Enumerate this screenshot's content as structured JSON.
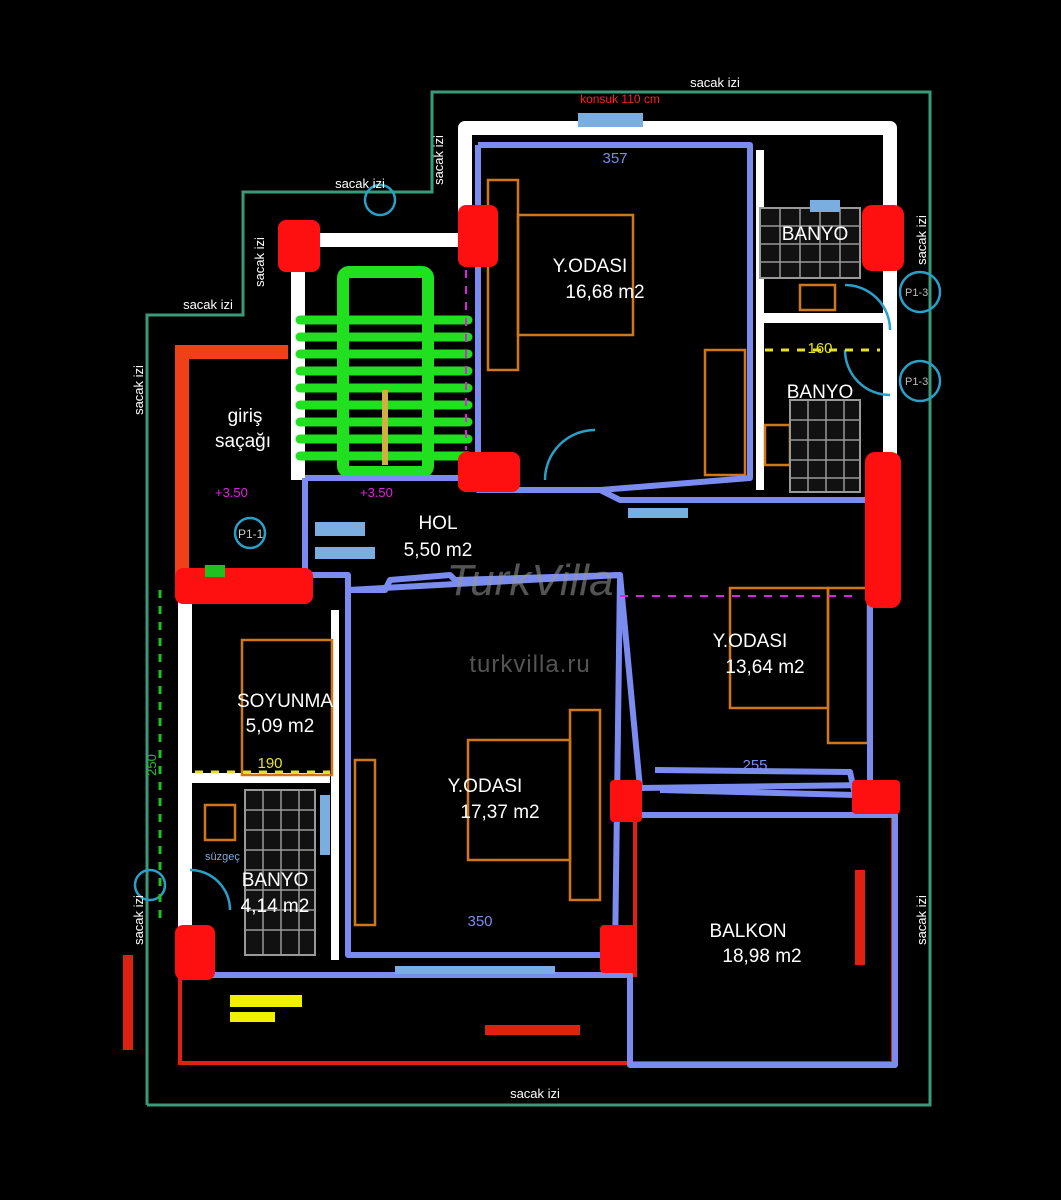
{
  "plan": {
    "eave_label": "sacak izi",
    "top_note": "konsuk 110 cm",
    "entrance_canopy": [
      "giriş",
      "saçağı"
    ],
    "levels": [
      "+3.50",
      "+3.50"
    ],
    "columns": [
      "P1-1",
      "P1-3",
      "P1-3"
    ],
    "drain": "süzgeç",
    "rooms": [
      {
        "name": "Y.ODASI",
        "area": "16,68 m2",
        "dim": "357"
      },
      {
        "name": "BANYO",
        "area": ""
      },
      {
        "name": "BANYO",
        "area": "",
        "dim": "160"
      },
      {
        "name": "HOL",
        "area": "5,50 m2"
      },
      {
        "name": "Y.ODASI",
        "area": "13,64 m2",
        "dim": "255"
      },
      {
        "name": "SOYUNMA",
        "area": "5,09 m2",
        "dim": "190"
      },
      {
        "name": "BANYO",
        "area": "4,14 m2"
      },
      {
        "name": "Y.ODASI",
        "area": "17,37 m2",
        "dim": "350"
      },
      {
        "name": "BALKON",
        "area": "18,98 m2"
      }
    ],
    "side_dim": "250",
    "watermark": {
      "logo": "TurkVilla",
      "url": "turkvilla.ru"
    },
    "colors": {
      "wall": "#ffffff",
      "room_outline": "#7b8cf0",
      "column": "#ff1010",
      "stairs": "#20e020",
      "eave": "#3a9a7a",
      "furniture": "#d07818",
      "balcony": "#e02010"
    }
  }
}
